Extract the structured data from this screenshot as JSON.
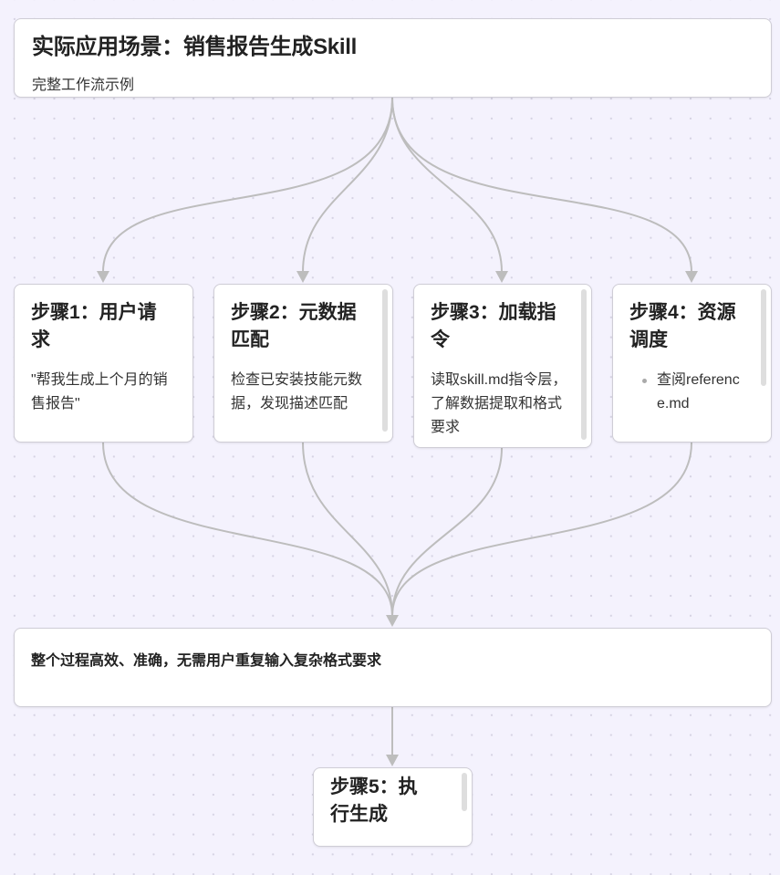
{
  "diagram": {
    "title_node": {
      "title": "实际应用场景：销售报告生成Skill",
      "subtitle": "完整工作流示例"
    },
    "steps": [
      {
        "title": "步骤1：用户请求",
        "body": "\"帮我生成上个月的销售报告\""
      },
      {
        "title": "步骤2：元数据匹配",
        "body": "检查已安装技能元数据，发现描述匹配"
      },
      {
        "title": "步骤3：加载指令",
        "body": "读取skill.md指令层，了解数据提取和格式要求"
      },
      {
        "title": "步骤4：资源调度",
        "bullets": [
          "查阅reference.md"
        ]
      }
    ],
    "summary_node": {
      "text": "整个过程高效、准确，无需用户重复输入复杂格式要求"
    },
    "final_step": {
      "title": "步骤5：执行生成"
    },
    "colors": {
      "background": "#f4f2fd",
      "edge": "#bdbdbd",
      "node_border": "#cfcdd6",
      "node_fill": "#ffffff"
    }
  }
}
